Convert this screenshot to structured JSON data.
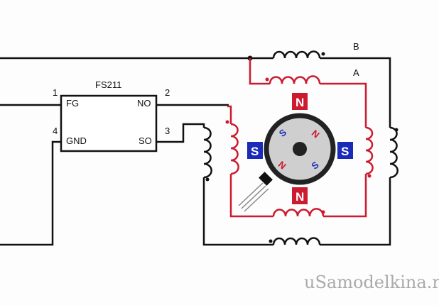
{
  "chip": {
    "name": "FS211",
    "pins": {
      "p1": "1",
      "p2": "2",
      "p3": "3",
      "p4": "4"
    },
    "fg": "FG",
    "no": "NO",
    "gnd": "GND",
    "so": "SO"
  },
  "coils": {
    "b": "B",
    "a": "A"
  },
  "stator": {
    "top": "N",
    "bottom": "N",
    "left": "S",
    "right": "S"
  },
  "rotor": {
    "s1": "S",
    "n1": "N",
    "n2": "N",
    "s2": "S"
  },
  "watermark": "uSamodelkina.ru",
  "colors": {
    "red": "#cc1a2e",
    "black": "#111111",
    "blue": "#1a2bb8",
    "rotor": "#cfcfcf"
  }
}
